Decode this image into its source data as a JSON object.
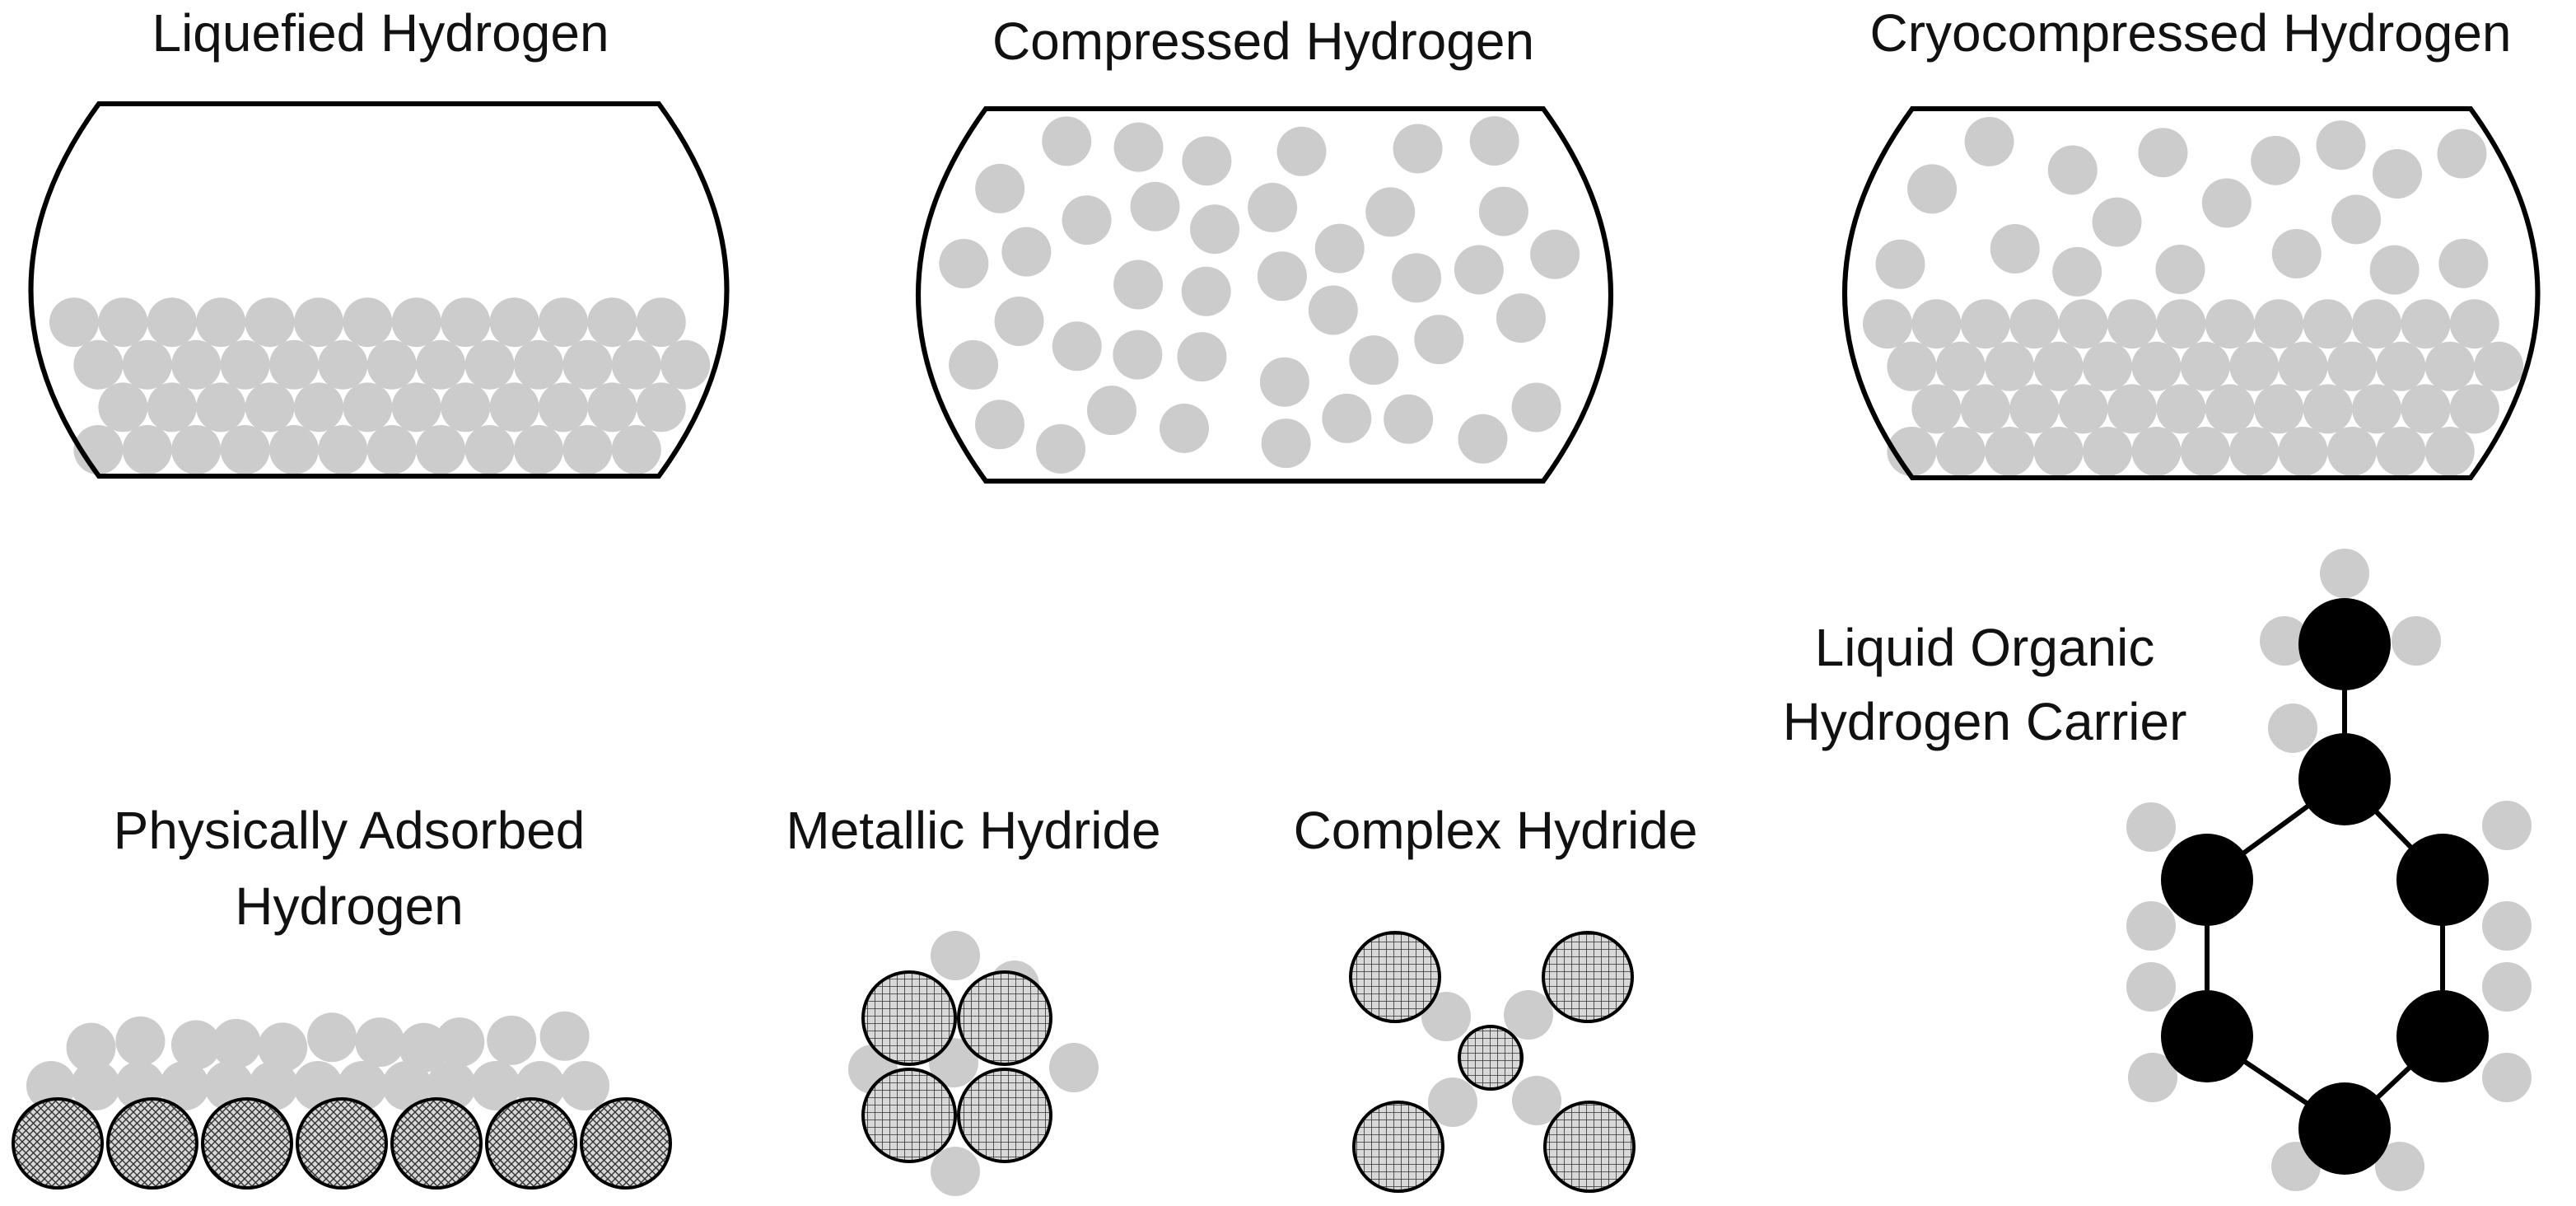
{
  "colors": {
    "hydrogen": "#cccccc",
    "carbon": "#000000",
    "outline": "#000000",
    "background": "#ffffff"
  },
  "panels": {
    "liquefied": {
      "title": "Liquefied Hydrogen"
    },
    "compressed": {
      "title": "Compressed Hydrogen"
    },
    "cryocompressed": {
      "title": "Cryocompressed Hydrogen"
    },
    "physisorbed": {
      "title_line1": "Physically Adsorbed",
      "title_line2": "Hydrogen"
    },
    "metallic": {
      "title": "Metallic Hydride"
    },
    "complex": {
      "title": "Complex Hydride"
    },
    "lohc": {
      "title_line1": "Liquid Organic",
      "title_line2": "Hydrogen Carrier"
    }
  }
}
